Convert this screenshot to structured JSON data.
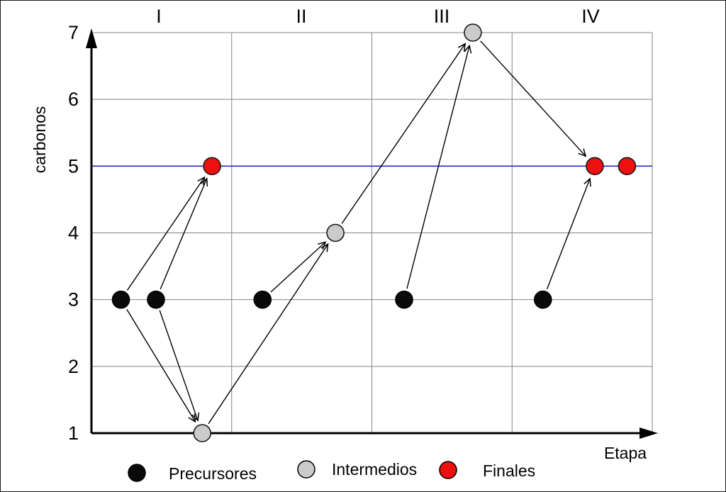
{
  "chart_data": {
    "type": "scatter",
    "title": "",
    "xlabel": "Etapa",
    "ylabel": "carbonos",
    "stages": [
      "I",
      "II",
      "III",
      "IV"
    ],
    "y_ticks": [
      1,
      2,
      3,
      4,
      5,
      6,
      7
    ],
    "ylim": [
      1,
      7
    ],
    "grid": true,
    "highlight_line": {
      "y": 5,
      "color": "#2929c4"
    },
    "point_types": {
      "precursor": {
        "fill": "#0a0a0a",
        "stroke": "#000000"
      },
      "intermedio": {
        "fill": "#cbcbcb",
        "stroke": "#1a1a1a"
      },
      "final": {
        "fill": "#ee0f0f",
        "stroke": "#1a1a1a"
      }
    },
    "points": [
      {
        "id": "I-p1",
        "stage": "I",
        "x": 0.21,
        "y": 3,
        "type": "precursor"
      },
      {
        "id": "I-p2",
        "stage": "I",
        "x": 0.46,
        "y": 3,
        "type": "precursor"
      },
      {
        "id": "I-f1",
        "stage": "I",
        "x": 0.86,
        "y": 5,
        "type": "final"
      },
      {
        "id": "I-i1",
        "stage": "I",
        "x": 0.79,
        "y": 1,
        "type": "intermedio"
      },
      {
        "id": "II-p1",
        "stage": "II",
        "x": 1.22,
        "y": 3,
        "type": "precursor"
      },
      {
        "id": "II-i1",
        "stage": "II",
        "x": 1.74,
        "y": 4,
        "type": "intermedio"
      },
      {
        "id": "III-p1",
        "stage": "III",
        "x": 2.23,
        "y": 3,
        "type": "precursor"
      },
      {
        "id": "III-i1",
        "stage": "III",
        "x": 2.72,
        "y": 7,
        "type": "intermedio"
      },
      {
        "id": "IV-p1",
        "stage": "IV",
        "x": 3.22,
        "y": 3,
        "type": "precursor"
      },
      {
        "id": "IV-f1",
        "stage": "IV",
        "x": 3.59,
        "y": 5,
        "type": "final"
      },
      {
        "id": "IV-f2",
        "stage": "IV",
        "x": 3.82,
        "y": 5,
        "type": "final"
      }
    ],
    "arrows": [
      {
        "from": "I-p1",
        "to": "I-f1"
      },
      {
        "from": "I-p2",
        "to": "I-f1"
      },
      {
        "from": "I-p1",
        "to": "I-i1"
      },
      {
        "from": "I-p2",
        "to": "I-i1"
      },
      {
        "from": "I-i1",
        "to": "II-i1"
      },
      {
        "from": "II-p1",
        "to": "II-i1"
      },
      {
        "from": "II-i1",
        "to": "III-i1"
      },
      {
        "from": "III-p1",
        "to": "III-i1"
      },
      {
        "from": "III-i1",
        "to": "IV-f1"
      },
      {
        "from": "IV-p1",
        "to": "IV-f1"
      }
    ],
    "legend_position": "bottom"
  },
  "legend": {
    "items": [
      {
        "label": "Precursores",
        "type": "precursor",
        "color": "#0a0a0a"
      },
      {
        "label": "Intermedios",
        "type": "intermedio",
        "color": "#cbcbcb"
      },
      {
        "label": "Finales",
        "type": "final",
        "color": "#ee0f0f"
      }
    ]
  }
}
